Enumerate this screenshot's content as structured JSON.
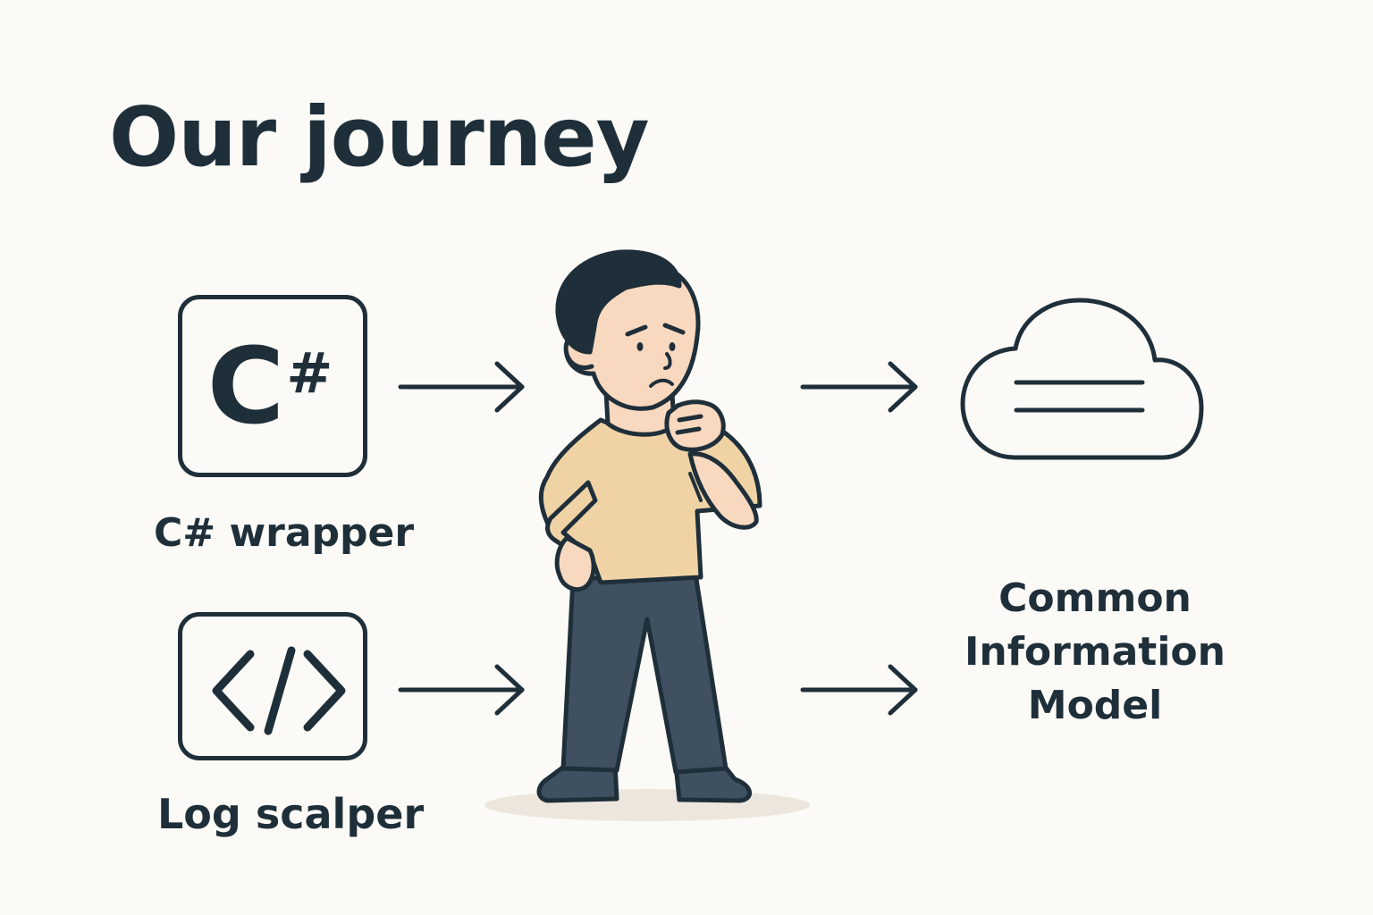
{
  "title": "Our journey",
  "sources": [
    {
      "label": "C# wrapper",
      "icon": "csharp-icon",
      "glyph_main": "C",
      "glyph_sup": "#"
    },
    {
      "label": "Log scalper",
      "icon": "code-brackets-icon"
    }
  ],
  "destination": {
    "icon": "cloud-icon",
    "label_lines": [
      "Common",
      "Information",
      "Model"
    ]
  },
  "colors": {
    "background": "#fbfaf6",
    "ink": "#1f2f3a",
    "shirt": "#f0d3a5",
    "skin": "#f8d8be",
    "pants": "#3f5060",
    "hair": "#1f2f3a",
    "shadow": "#ece6dc"
  }
}
